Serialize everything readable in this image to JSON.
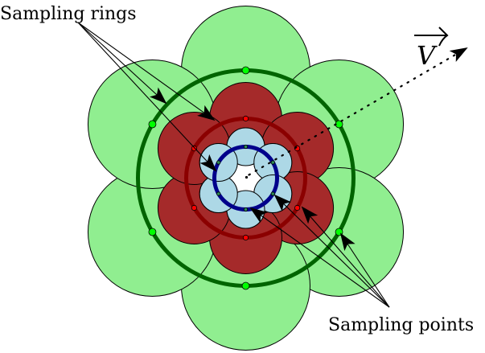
{
  "diagram": {
    "title": "Multi-scale sampling rings diagram",
    "labels": {
      "rings": "Sampling rings",
      "points": "Sampling points",
      "vector": "V"
    },
    "rings": [
      {
        "name": "outer",
        "ring_color": "#006400",
        "disk_color": "#90ee90",
        "point_color": "#00ff00",
        "count": 6
      },
      {
        "name": "middle",
        "ring_color": "#8b0000",
        "disk_color": "#a52a2a",
        "point_color": "#ff0000",
        "count": 6
      },
      {
        "name": "inner",
        "ring_color": "#00008b",
        "disk_color": "#add8e6",
        "point_color": "#2e8b57",
        "count": 6
      }
    ],
    "center_color": "#ffffff",
    "line_color": "#000000"
  }
}
